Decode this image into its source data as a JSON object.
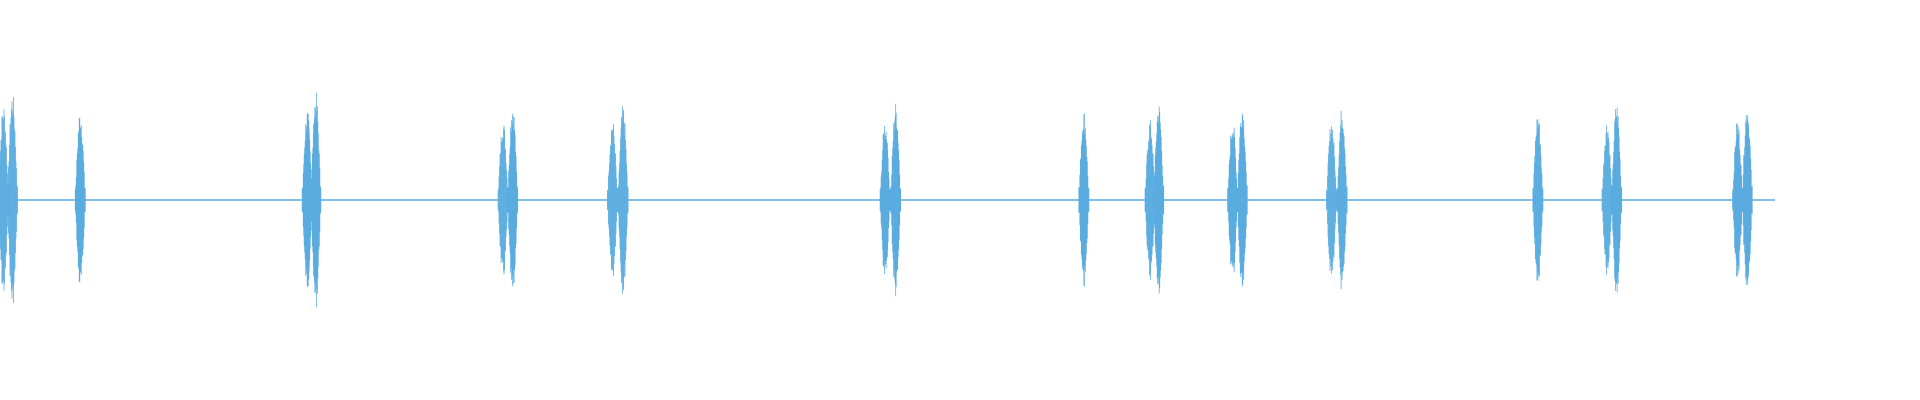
{
  "waveform": {
    "color": "#5aace0",
    "duration_fraction_shown": 0.9245,
    "bursts": [
      {
        "t": 0.0018,
        "amp": 0.5
      },
      {
        "t": 0.0065,
        "amp": 0.56
      },
      {
        "t": 0.0418,
        "amp": 0.47
      },
      {
        "t": 0.16,
        "amp": 0.47
      },
      {
        "t": 0.1645,
        "amp": 0.56
      },
      {
        "t": 0.262,
        "amp": 0.42
      },
      {
        "t": 0.267,
        "amp": 0.51
      },
      {
        "t": 0.319,
        "amp": 0.42
      },
      {
        "t": 0.3245,
        "amp": 0.49
      },
      {
        "t": 0.461,
        "amp": 0.42
      },
      {
        "t": 0.4665,
        "amp": 0.51
      },
      {
        "t": 0.5645,
        "amp": 0.47
      },
      {
        "t": 0.599,
        "amp": 0.42
      },
      {
        "t": 0.6035,
        "amp": 0.51
      },
      {
        "t": 0.642,
        "amp": 0.42
      },
      {
        "t": 0.647,
        "amp": 0.51
      },
      {
        "t": 0.6935,
        "amp": 0.42
      },
      {
        "t": 0.699,
        "amp": 0.49
      },
      {
        "t": 0.801,
        "amp": 0.46
      },
      {
        "t": 0.837,
        "amp": 0.42
      },
      {
        "t": 0.842,
        "amp": 0.51
      },
      {
        "t": 0.905,
        "amp": 0.42
      },
      {
        "t": 0.91,
        "amp": 0.51
      }
    ]
  }
}
